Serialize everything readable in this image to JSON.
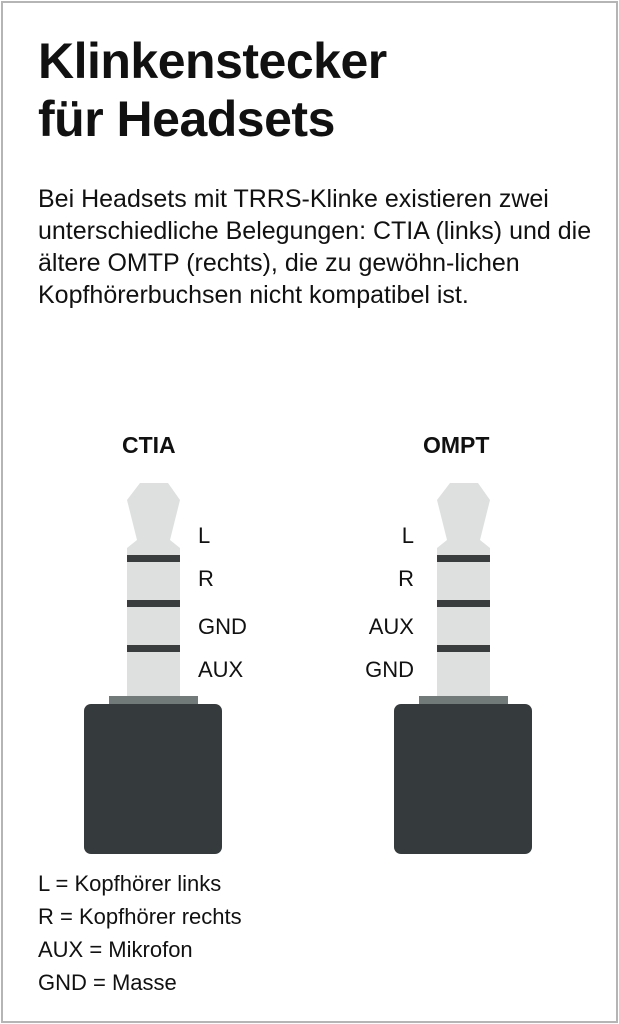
{
  "title_lines": [
    "Klinkenstecker",
    "für Headsets"
  ],
  "intro": "Bei Headsets mit TRRS-Klinke existieren zwei unterschiedliche Belegungen: CTIA (links) und die ältere OMTP (rechts), die zu gewöhn-lichen Kopfhörerbuchsen nicht kompatibel ist.",
  "plugs": [
    {
      "name": "CTIA",
      "labels": [
        "L",
        "R",
        "GND",
        "AUX"
      ]
    },
    {
      "name": "OMPT",
      "labels": [
        "L",
        "R",
        "AUX",
        "GND"
      ]
    }
  ],
  "legend": [
    "L = Kopfhörer links",
    "R = Kopfhörer rechts",
    "AUX = Mikrofon",
    "GND = Masse"
  ],
  "colors": {
    "plug_light": "#dde0df",
    "plug_band": "#3a3d3e",
    "plug_collar": "#717a79",
    "plug_body": "#353b3c",
    "frame": "#b5b5b5"
  }
}
